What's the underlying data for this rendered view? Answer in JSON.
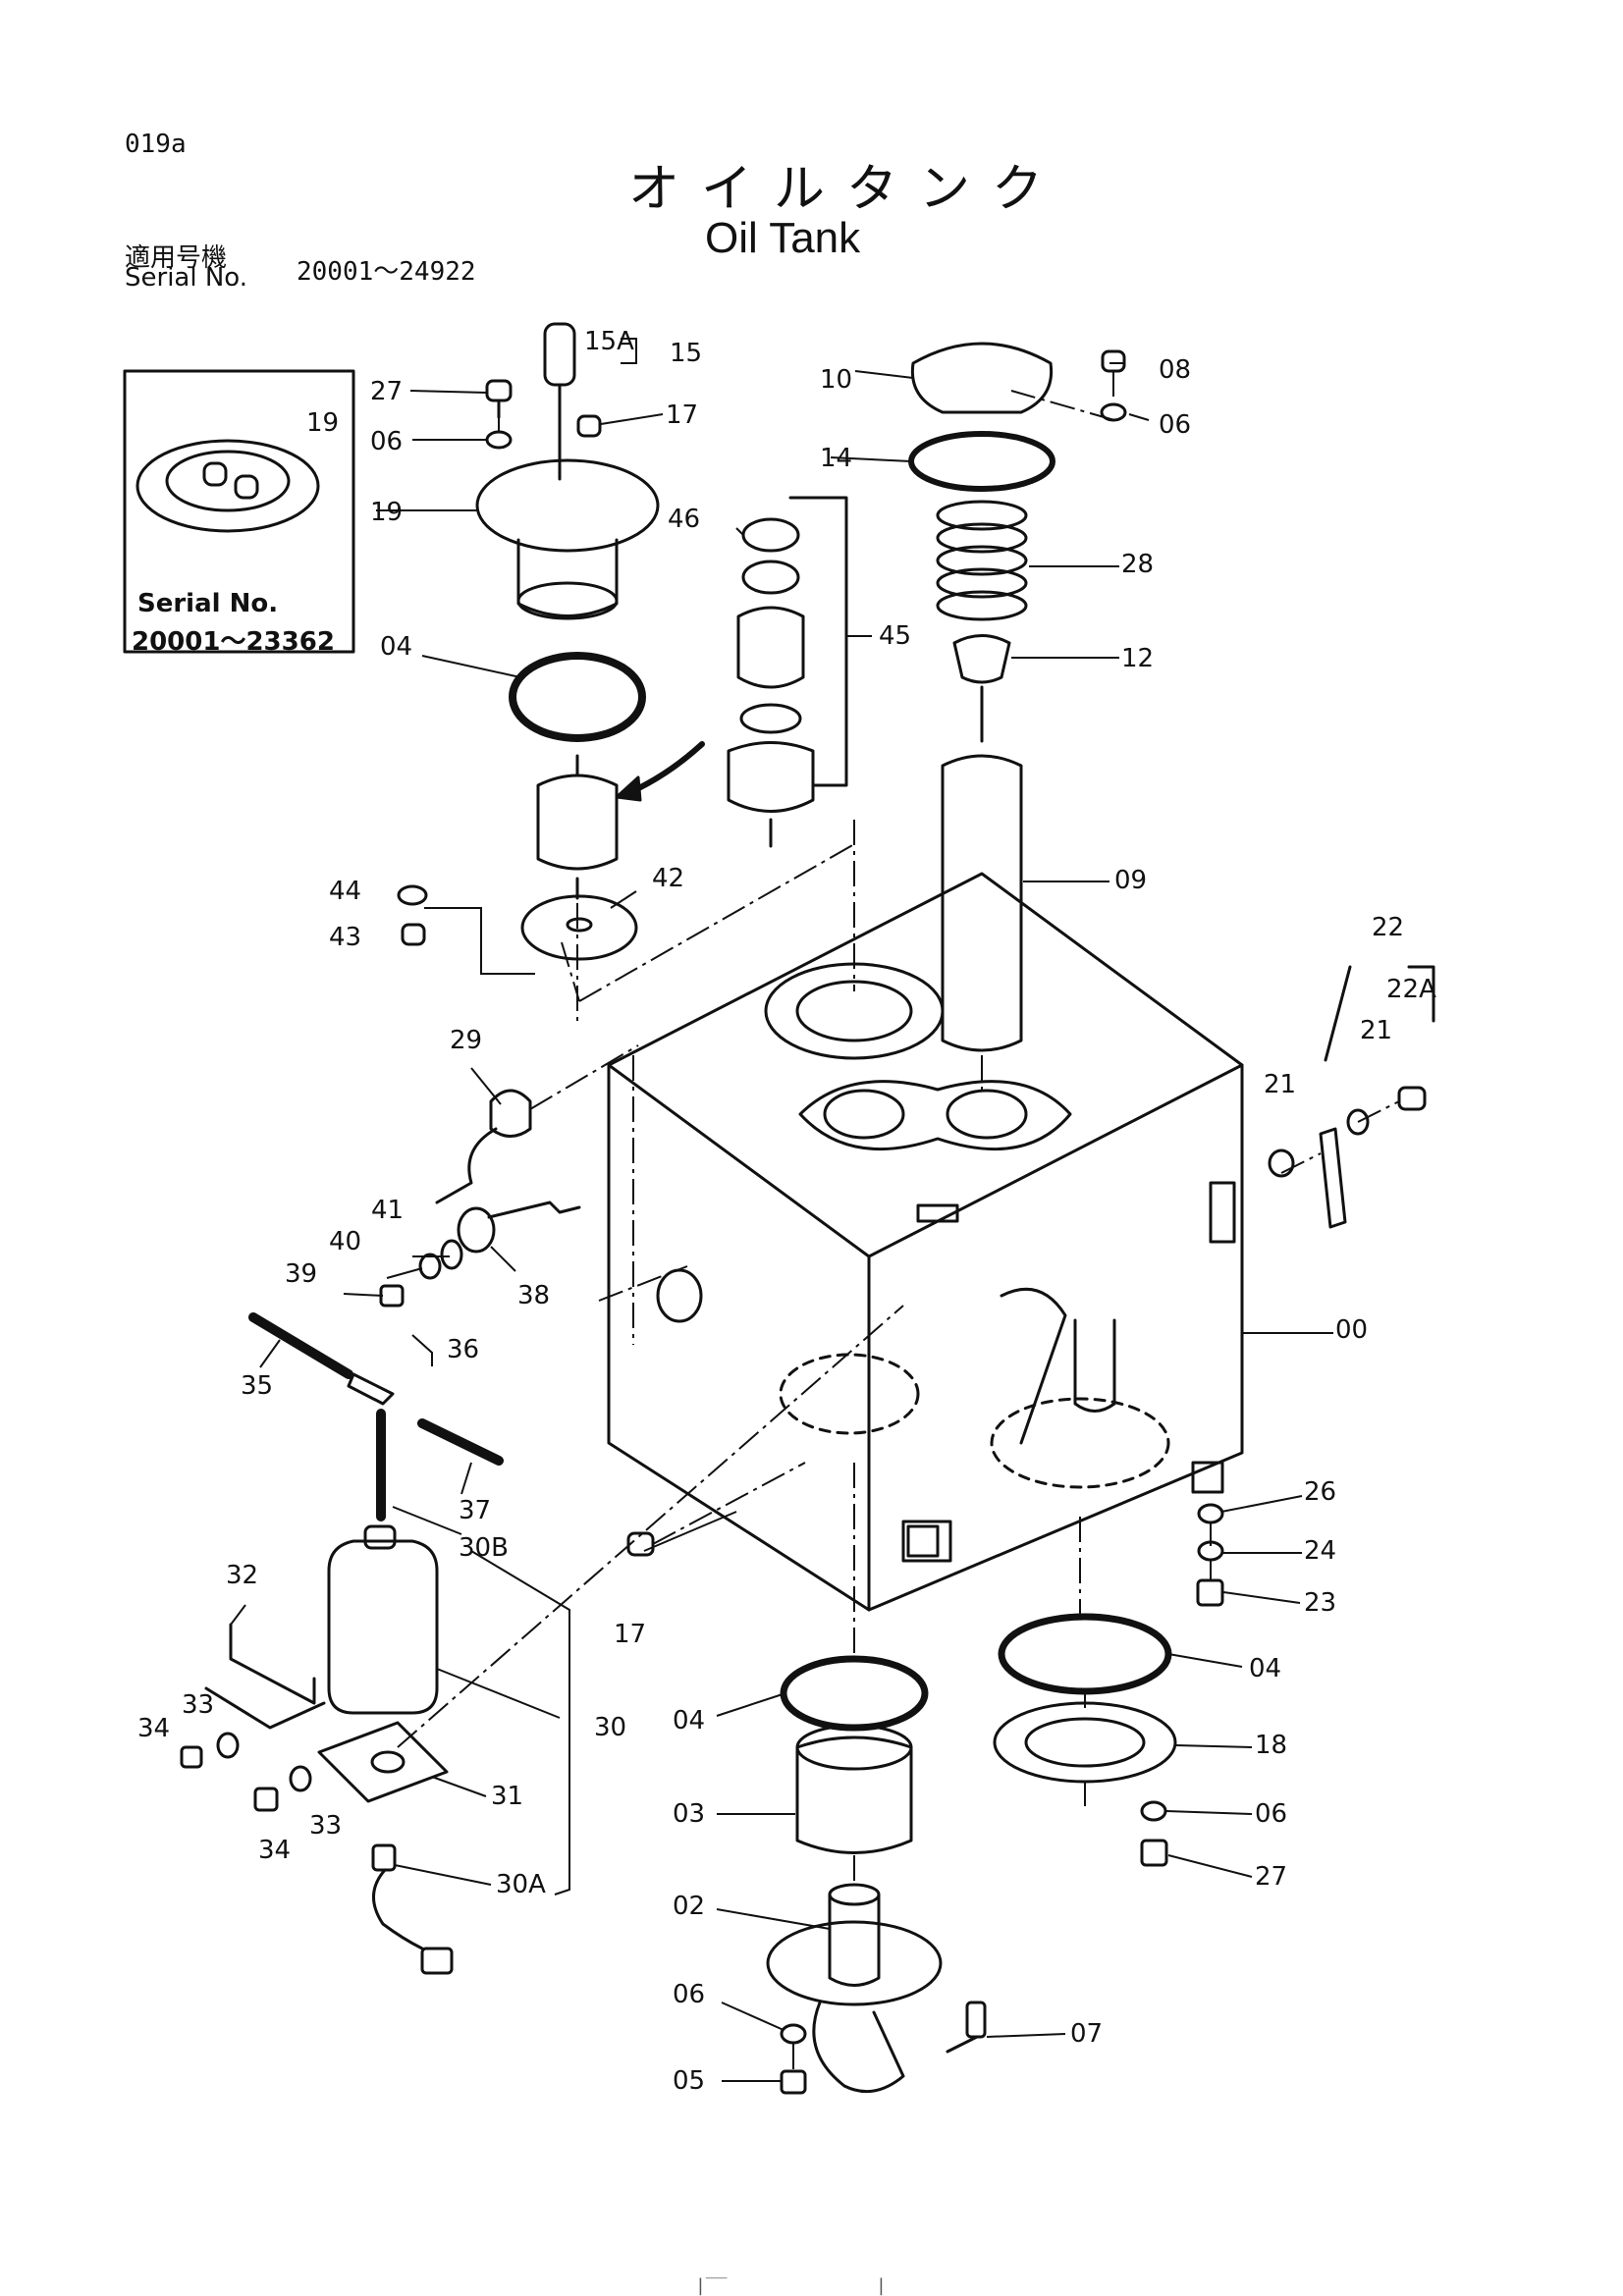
{
  "page_code": "019a",
  "title_jp": "オイルタンク",
  "title_en": "Oil Tank",
  "serial": {
    "label_jp": "適用号機",
    "label_en": "Serial No.",
    "range": "20001～24922"
  },
  "inset": {
    "part": "19",
    "serial_label": "Serial No.",
    "serial_range": "20001～23362"
  },
  "labels": [
    "15A",
    "15",
    "27",
    "17",
    "06",
    "19",
    "04",
    "10",
    "14",
    "08",
    "06",
    "28",
    "12",
    "46",
    "45",
    "09",
    "44",
    "42",
    "43",
    "22",
    "22A",
    "21",
    "21",
    "29",
    "00",
    "41",
    "40",
    "39",
    "38",
    "36",
    "35",
    "37",
    "30B",
    "32",
    "26",
    "24",
    "23",
    "17",
    "33",
    "34",
    "30",
    "04",
    "04",
    "18",
    "31",
    "03",
    "06",
    "34",
    "33",
    "27",
    "30A",
    "02",
    "06",
    "07",
    "05"
  ],
  "footer": {
    "marks": [
      "|‾‾",
      "|"
    ]
  }
}
